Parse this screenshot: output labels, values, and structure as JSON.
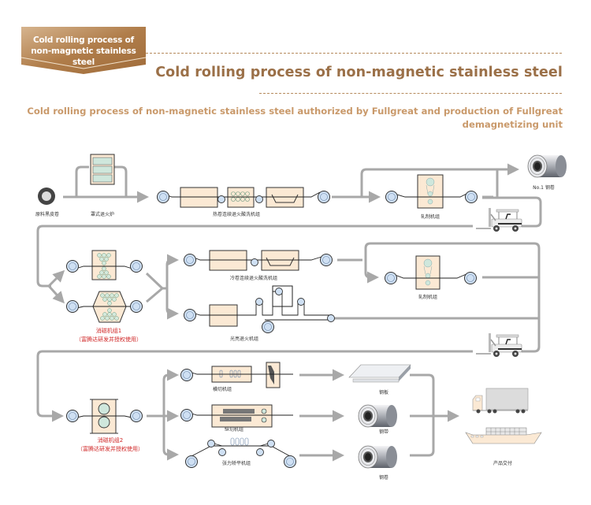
{
  "header": {
    "badge_line1": "Cold rolling process of",
    "badge_line2": "non-magnetic stainless steel",
    "title": "Cold rolling process of non-magnetic stainless steel",
    "subtitle": "Cold rolling process of non-magnetic stainless steel authorized by Fullgreat and production of Fullgreat demagnetizing unit"
  },
  "colors": {
    "brand_brown": "#a9773f",
    "title_brown": "#9b7048",
    "subtitle_tan": "#c9996a",
    "flow_gray": "#a8a8a8",
    "machine_fill": "#fbe9d4",
    "roller_fill": "#cfe0f3",
    "red_label": "#d02828"
  },
  "diagram": {
    "row1": {
      "raw_coil": "原料黑皮卷",
      "bell_furnace": "罩式退火炉",
      "hot_line": "热卷连续退火酸洗机组",
      "rolling_mill": "轧制机组",
      "no1_coil": "No.1 钢卷"
    },
    "row2": {
      "demag1_title": "消磁机组1",
      "demag1_note": "（富腾达研发并授权使用）",
      "cold_line": "冷卷连续退火酸洗机组",
      "bright_annealing": "光亮退火机组",
      "rolling_mill": "轧制机组"
    },
    "row3": {
      "demag2_title": "消磁机组2",
      "demag2_note": "（富腾达研发并授权使用）",
      "cross_cut": "横切机组",
      "slitting": "纵切机组",
      "tension_leveling": "张力矫平机组",
      "plate": "钢板",
      "strip": "钢带",
      "coil": "钢卷",
      "delivery": "产品交付"
    },
    "icons": [
      "forklift-icon",
      "truck-icon",
      "ship-icon",
      "steel-coil-icon",
      "steel-plate-icon"
    ]
  }
}
